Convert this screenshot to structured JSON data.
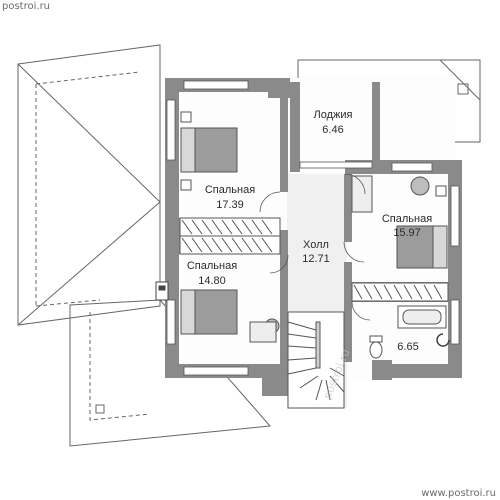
{
  "watermark": {
    "top": "postroi.ru",
    "bottom": "www.postroi.ru",
    "diagonal": "postroi.ru"
  },
  "rooms": {
    "loggia": {
      "name": "Лоджия",
      "area": "6.46"
    },
    "bedroom_top_left": {
      "name": "Спальная",
      "area": "17.39"
    },
    "hall": {
      "name": "Холл",
      "area": "12.71"
    },
    "bedroom_right": {
      "name": "Спальная",
      "area": "15.97"
    },
    "bedroom_bottom_left": {
      "name": "Спальная",
      "area": "14.80"
    },
    "bathroom": {
      "name": "",
      "area": "6.65"
    }
  },
  "colors": {
    "wall": "#8a8a8a",
    "line": "#555555",
    "furniture": "#9c9c9c"
  }
}
